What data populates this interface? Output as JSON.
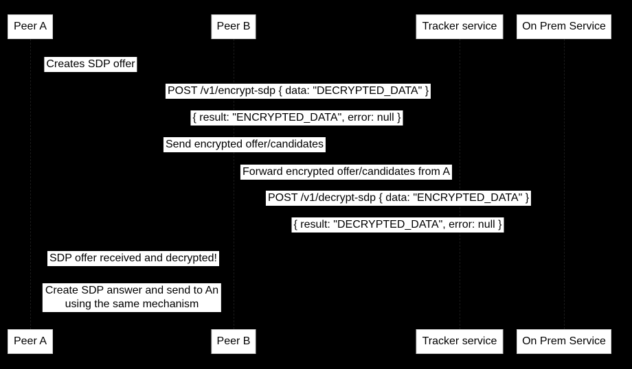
{
  "diagram": {
    "type": "sequence-diagram",
    "colors": {
      "background": "#000000",
      "box_fill": "#ffffff",
      "box_border": "#cfcfcf",
      "text": "#000000",
      "lifeline": "#1b1b1b"
    }
  },
  "participants": [
    {
      "label": "Peer A"
    },
    {
      "label": "Peer B"
    },
    {
      "label": "Tracker service"
    },
    {
      "label": "On Prem Service"
    }
  ],
  "messages": [
    {
      "text": "Creates SDP offer"
    },
    {
      "text": "POST /v1/encrypt-sdp { data: \"DECRYPTED_DATA\" }"
    },
    {
      "text": "{ result: \"ENCRYPTED_DATA\", error: null }"
    },
    {
      "text": "Send encrypted offer/candidates"
    },
    {
      "text": "Forward encrypted offer/candidates from A"
    },
    {
      "text": "POST /v1/decrypt-sdp { data: \"ENCRYPTED_DATA\" }"
    },
    {
      "text": "{ result: \"DECRYPTED_DATA\", error: null }"
    },
    {
      "text": "SDP offer received and decrypted!"
    }
  ],
  "note": {
    "line1": "Create SDP answer and send to An",
    "line2": "using the same mechanism"
  }
}
